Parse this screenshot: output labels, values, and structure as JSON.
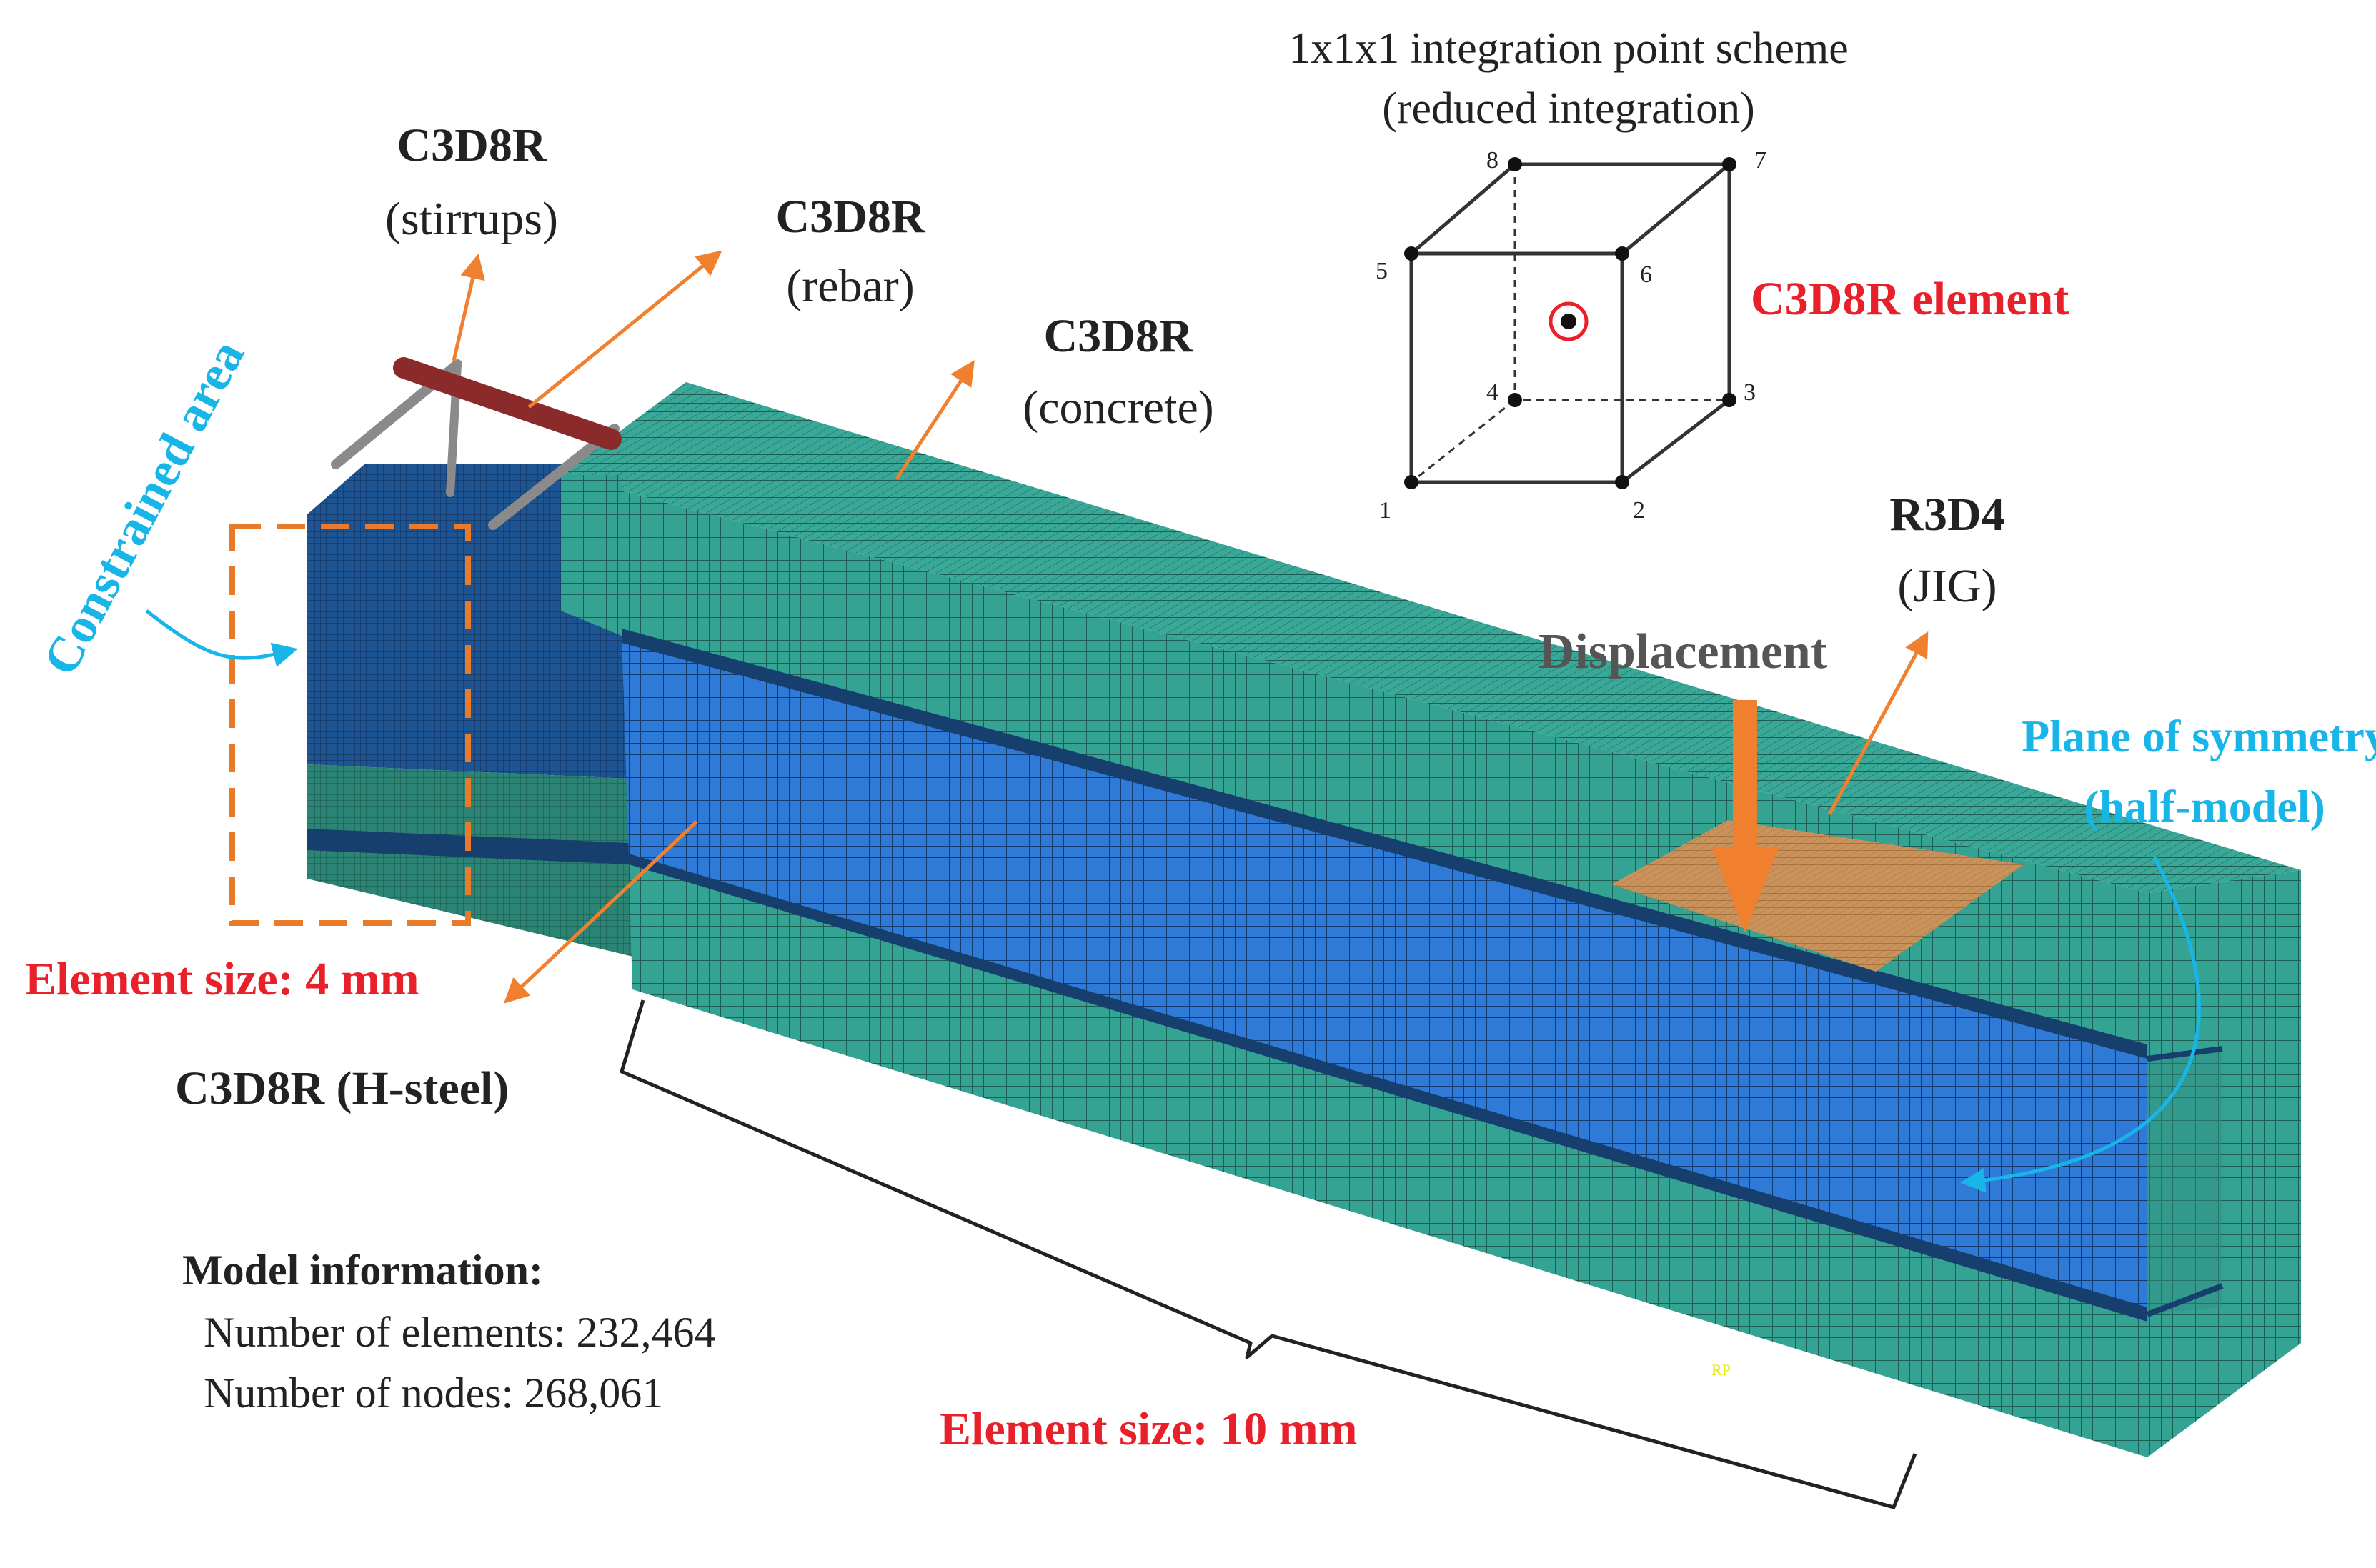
{
  "colors": {
    "concrete": "#2e8f82",
    "concrete_light": "#35a394",
    "steel": "#2f6fc7",
    "steel_dark": "#183f73",
    "steel_block": "#1d4f8a",
    "rebar": "#8a2a2a",
    "stirrup": "#8a8a8a",
    "jig": "#c9925a",
    "arrow": "#f07f2e",
    "red_text": "#e8202a",
    "cyan_text": "#17b5e8",
    "dark_text": "#222222",
    "bracket": "#222222",
    "cube_line": "#333333",
    "constraint_box": "#e87a2a"
  },
  "labels": {
    "stirrups_title": "C3D8R",
    "stirrups_sub": "(stirrups)",
    "rebar_title": "C3D8R",
    "rebar_sub": "(rebar)",
    "concrete_title": "C3D8R",
    "concrete_sub": "(concrete)",
    "jig_title": "R3D4",
    "jig_sub": "(JIG)",
    "hsteel": "C3D8R (H-steel)",
    "constrained_area": "Constrained area",
    "element_size_4": "Element size: 4 mm",
    "element_size_10": "Element size: 10 mm",
    "displacement": "Displacement",
    "symmetry_line1": "Plane of symmetry",
    "symmetry_line2": "(half-model)",
    "c3d8r_element": "C3D8R element",
    "rp_tag": "RP"
  },
  "integration": {
    "title_line1": "1x1x1 integration point scheme",
    "title_line2": "(reduced integration)",
    "nodes": [
      "1",
      "2",
      "3",
      "4",
      "5",
      "6",
      "7",
      "8"
    ]
  },
  "model_info": {
    "heading": "Model information:",
    "elements": "Number of elements: 232,464",
    "nodes": "Number of nodes: 268,061"
  }
}
